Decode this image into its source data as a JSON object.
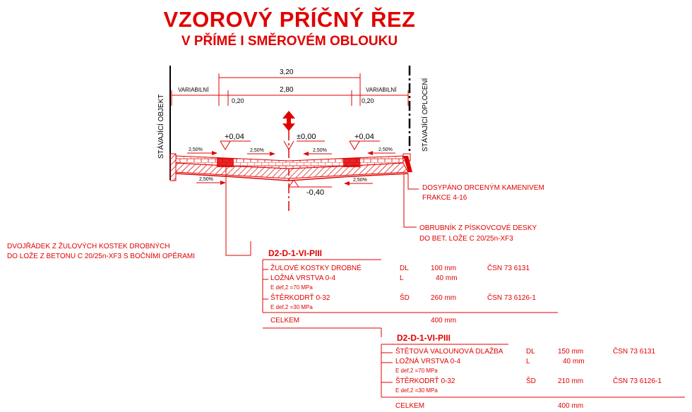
{
  "title": {
    "line1": "VZOROVÝ PŘÍČNÝ ŘEZ",
    "line2": "V PŘÍMÉ I SMĚROVÉM OBLOUKU"
  },
  "drawing": {
    "dim_total": "3,20",
    "dim_inner": "2,80",
    "variabilni_left": "VARIABILNÍ",
    "variabilni_right": "VARIABILNÍ",
    "dim_left_small": "0,20",
    "dim_right_small": "0,20",
    "left_vertical": "STÁVAJÍCÍ OBJEKT",
    "right_vertical": "STÁVAJÍCÍ OPLOCENÍ",
    "level_left": "+0,04",
    "level_center": "±0,00",
    "level_right": "+0,04",
    "level_bottom": "-0,40",
    "slope": "2,50%"
  },
  "notes": {
    "left_line1": "DVOJŘÁDEK Z ŽULOVÝCH KOSTEK DROBNÝCH",
    "left_line2": "DO LOŽE Z BETONU C 20/25n-XF3 S BOČNÍMI OPĚRAMI",
    "right1_line1": "DOSYPÁNO DRCENÝM KAMENIVEM",
    "right1_line2": "FRAKCE 4-16",
    "right2_line1": "OBRUBNÍK Z PÍSKOVCOVÉ DESKY",
    "right2_line2": "DO BET. LOŽE C 20/25n-XF3"
  },
  "table1": {
    "heading": "D2-D-1-VI-PIII",
    "rows": [
      {
        "name": "ŽULOVÉ KOSTKY DROBNÉ",
        "code": "DL",
        "thick": "100 mm",
        "norm": "ČSN 73 6131"
      },
      {
        "name": "LOŽNÁ VRSTVA 0-4",
        "code": "L",
        "thick": "40 mm",
        "norm": ""
      },
      {
        "name": "ŠTĚRKODRŤ 0-32",
        "code": "ŠD",
        "thick": "260 mm",
        "norm": "ČSN 73 6126-1"
      }
    ],
    "mod1": "E def,2 =70 MPa",
    "mod2": "E def,2 =30 MPa",
    "total_label": "CELKEM",
    "total_value": "400 mm"
  },
  "table2": {
    "heading": "D2-D-1-VI-PIII",
    "rows": [
      {
        "name": "ŠTĚTOVÁ VALOUNOVÁ DLAŽBA",
        "code": "DL",
        "thick": "150 mm",
        "norm": "ČSN 73 6131"
      },
      {
        "name": "LOŽNÁ VRSTVA 0-4",
        "code": "L",
        "thick": "40 mm",
        "norm": ""
      },
      {
        "name": "ŠTĚRKODRŤ 0-32",
        "code": "ŠD",
        "thick": "210 mm",
        "norm": "ČSN 73 6126-1"
      }
    ],
    "mod1": "E def,2 =70 MPa",
    "mod2": "E def,2 =30 MPa",
    "total_label": "CELKEM",
    "total_value": "400 mm"
  },
  "colors": {
    "red": "#e00000",
    "black": "#000000"
  }
}
